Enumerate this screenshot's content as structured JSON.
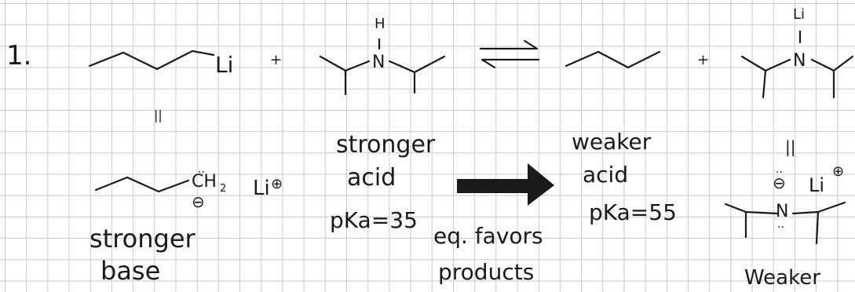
{
  "problem": {
    "number": "1."
  },
  "reactants": {
    "butyllithium": {
      "metal": "Li",
      "equivalence": "||"
    },
    "plus_1": "+",
    "diisopropylamine": {
      "h": "H",
      "n": "N"
    }
  },
  "products": {
    "butane": {},
    "plus_2": "+",
    "lda": {
      "metal": "Li",
      "n": "N",
      "equivalence": "||"
    }
  },
  "resonance": {
    "carbanion": {
      "ch": "CH",
      "subscript": "2",
      "charge": "⊖",
      "counterion": "Li",
      "counterion_charge": "⊕",
      "lone_pair": ".."
    },
    "amide": {
      "charge": "⊖",
      "lone_pair_top": "..",
      "counterion": "Li",
      "counterion_charge": "⊕",
      "n": "N",
      "lone_pair_bottom": ".."
    }
  },
  "labels": {
    "stronger_base": [
      "stronger",
      "base"
    ],
    "stronger_acid": [
      "stronger",
      "acid",
      "pKa=35"
    ],
    "weaker_acid": [
      "weaker",
      "acid",
      "pKa=55"
    ],
    "weaker_base": "Weaker",
    "equilibrium_note": [
      "eq. favors",
      "products"
    ]
  },
  "colors": {
    "ink": "#1a1a1a",
    "grid": "#c9c9c9"
  }
}
